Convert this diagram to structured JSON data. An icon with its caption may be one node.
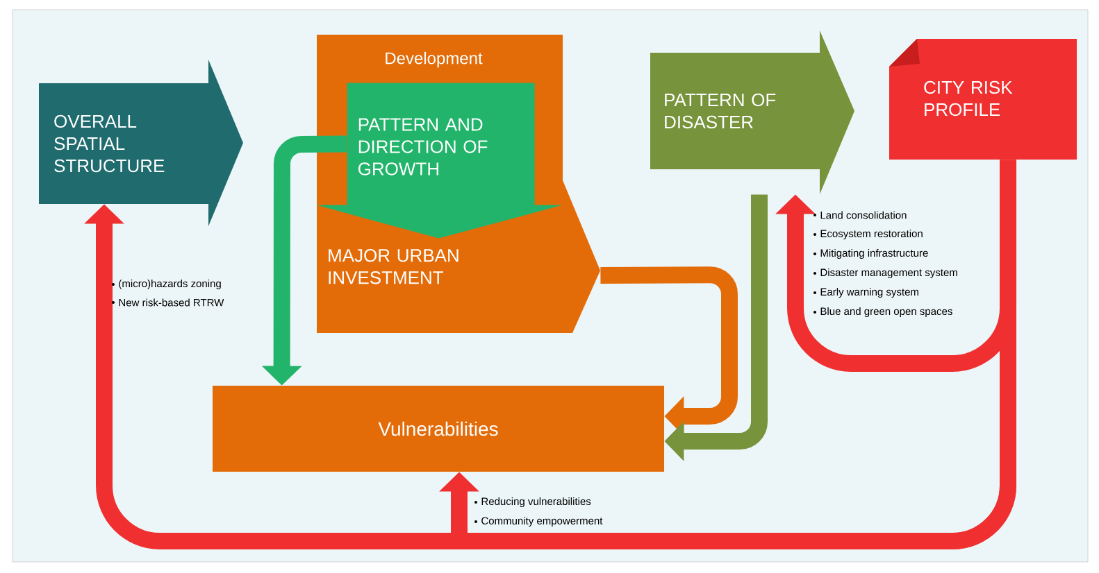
{
  "diagram": {
    "nodes": [
      {
        "text": [
          "OVERALL SPATIAL STRUCTURE"
        ]
      },
      {
        "text": [
          "Development",
          "MAJOR URBAN INVESTMENT"
        ]
      },
      {
        "text": [
          "PATTERN AND DIRECTION OF GROWTH"
        ],
        "in": 1
      },
      {
        "text": [
          "PATTERN OF DISASTER"
        ]
      },
      {
        "text": [
          "CITY RISK PROFILE"
        ]
      },
      {
        "text": [
          "Vulnerabilities"
        ]
      }
    ],
    "edges": [
      {
        "from": 2,
        "to": 5,
        "arrow": "to",
        "color": "#22b46a"
      },
      {
        "from": 1,
        "to": 5,
        "arrow": "to",
        "color": "#e36c09"
      },
      {
        "from": 3,
        "to": 5,
        "arrow": "to",
        "color": "#77933c"
      },
      {
        "from": 4,
        "to": 3,
        "arrow": "to"
      },
      {
        "from": 4,
        "to": 0,
        "arrow": "to"
      },
      {
        "from": 4,
        "to": 5,
        "arrow": "to"
      }
    ],
    "labels": [
      "(micro)hazards zoning",
      "New risk-based RTRW",
      "Land consolidation",
      "Ecosystem restoration",
      "Mitigating infrastructure",
      "Disaster management system",
      "Early warning system",
      "Blue and green open spaces",
      "Reducing vulnerabilities",
      "Community empowerment"
    ]
  }
}
